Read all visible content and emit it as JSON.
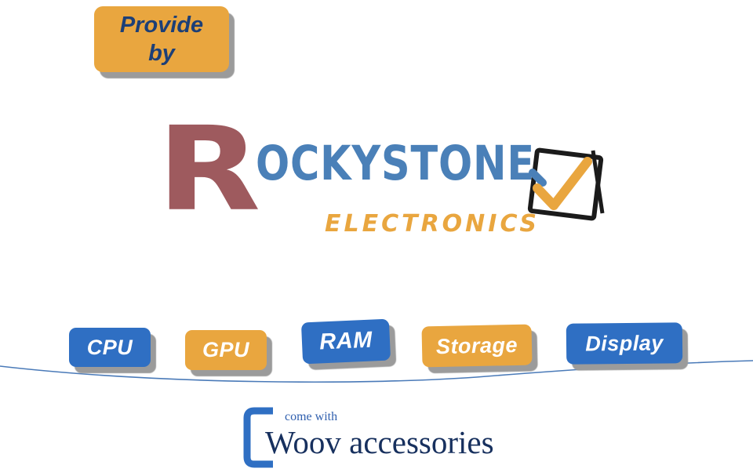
{
  "provide_badge": {
    "line1": "Provide",
    "line2": "by"
  },
  "logo": {
    "initial": "R",
    "name_rest": "OCKYSTONE",
    "subtitle": "ELECTRONICS",
    "check_icon": "check-badge-icon"
  },
  "spec_buttons": [
    {
      "label": "CPU",
      "color": "blue"
    },
    {
      "label": "GPU",
      "color": "orange"
    },
    {
      "label": "RAM",
      "color": "blue"
    },
    {
      "label": "Storage",
      "color": "orange"
    },
    {
      "label": "Display",
      "color": "blue"
    }
  ],
  "footer": {
    "prefix": "come with",
    "brand": "Woov accessories",
    "icon": "bracket-icon"
  },
  "colors": {
    "orange": "#E9A63F",
    "blue": "#2F6FC3",
    "logo_red": "#9E5A5E",
    "logo_blue": "#4A80B8",
    "badge_text_navy": "#1C3F77",
    "footer_navy": "#17305E",
    "footer_prefix_blue": "#2F5FAE",
    "curve_blue": "#4A7AB8",
    "shadow_gray": "#9B9B9B"
  }
}
